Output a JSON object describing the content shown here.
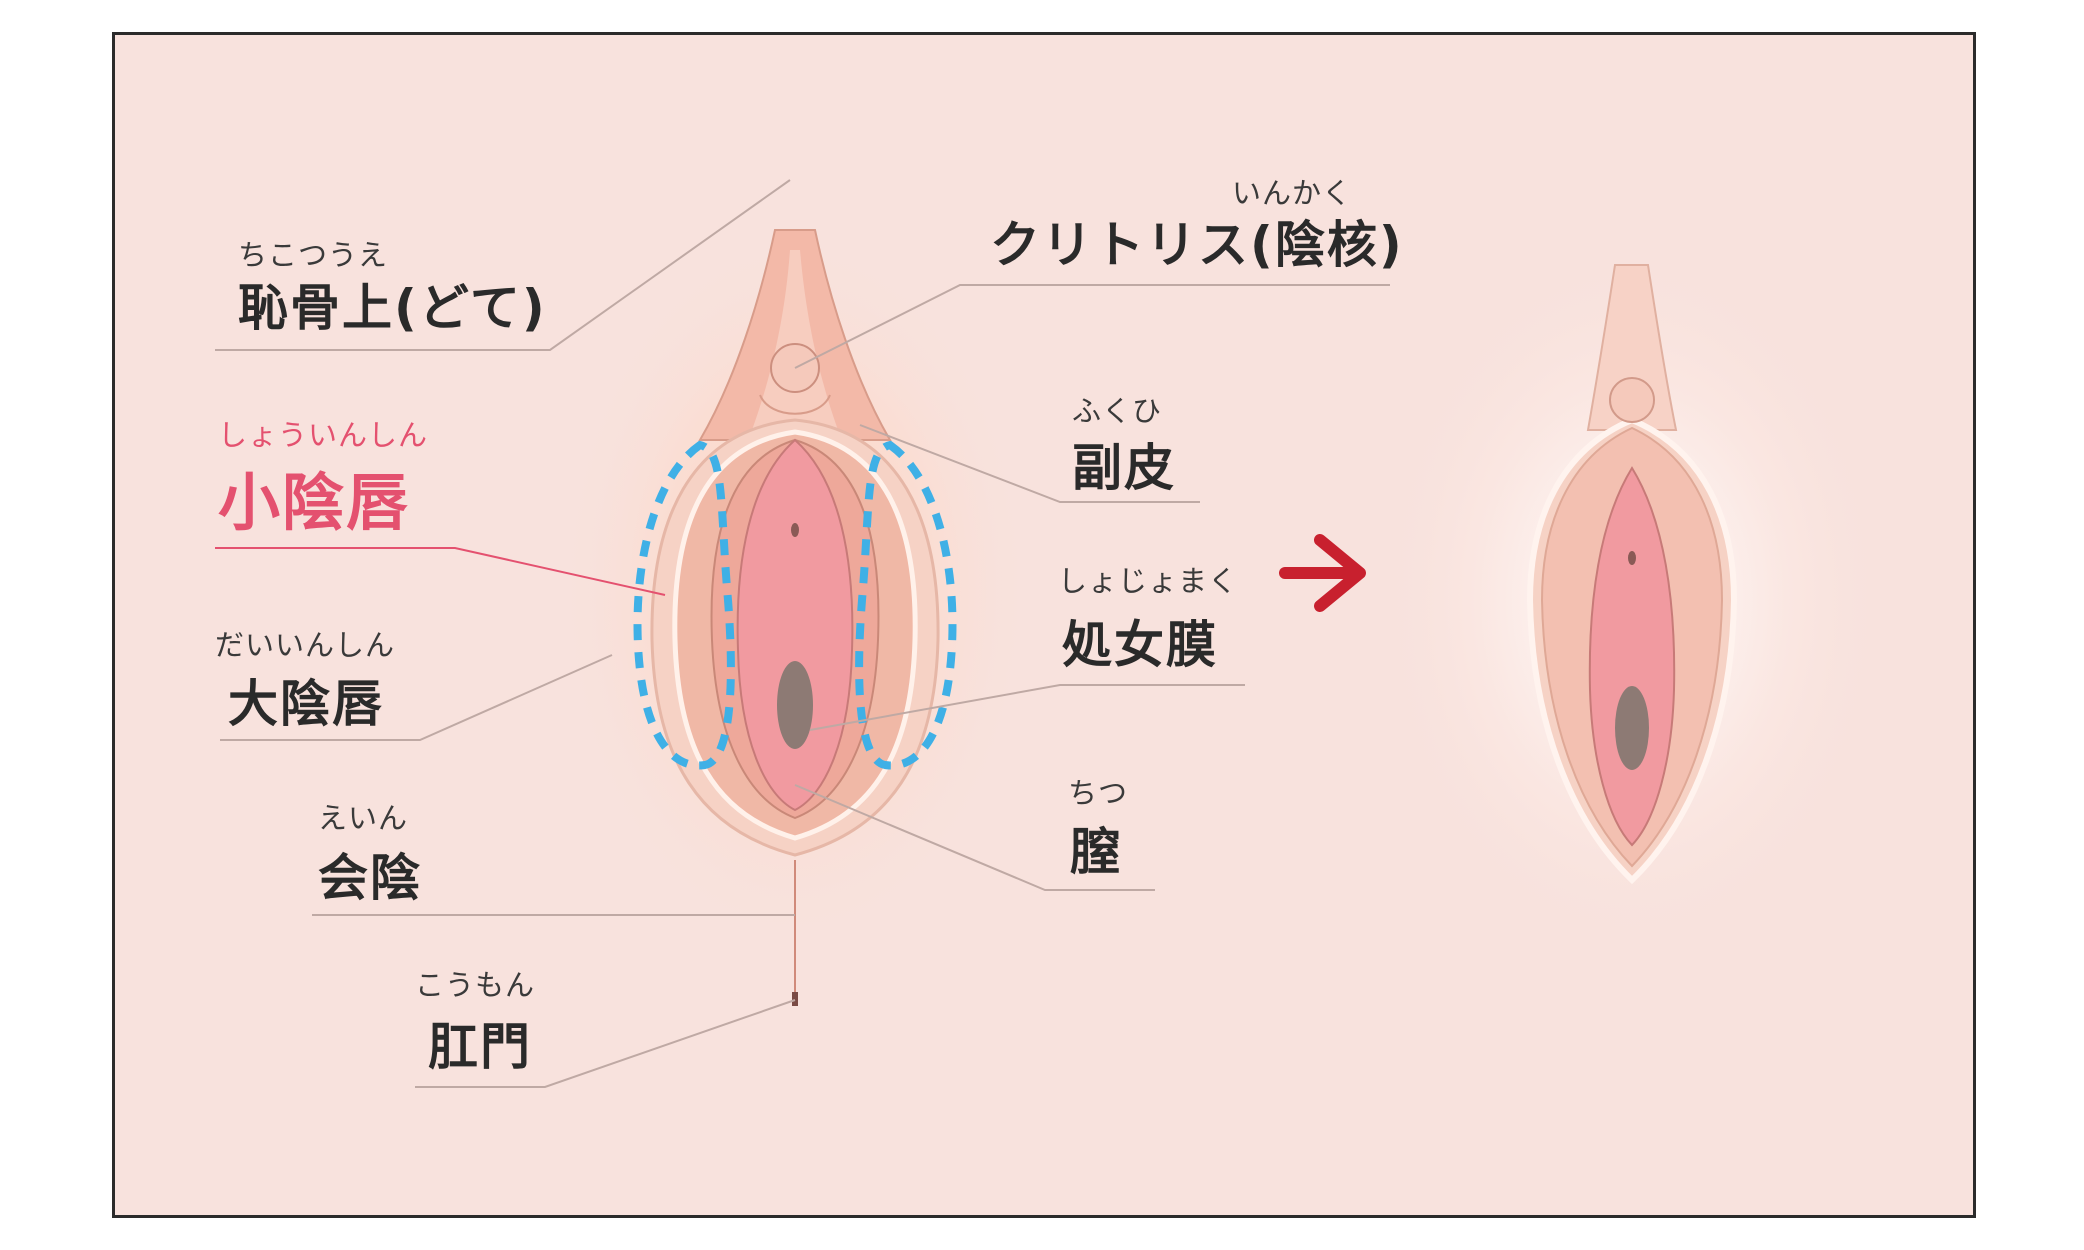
{
  "labels": {
    "mons": {
      "ruby": "ちこつうえ",
      "text": "恥骨上(どて)"
    },
    "labia_minora": {
      "ruby": "しょういんしん",
      "text": "小陰唇"
    },
    "labia_majora": {
      "ruby": "だいいんしん",
      "text": "大陰唇"
    },
    "perineum": {
      "ruby": "えいん",
      "text": "会陰"
    },
    "anus": {
      "ruby": "こうもん",
      "text": "肛門"
    },
    "clitoris": {
      "ruby": "いんかく",
      "text": "クリトリス(陰核)"
    },
    "prepuce": {
      "ruby": "ふくひ",
      "text": "副皮"
    },
    "hymen": {
      "ruby": "しょじょまく",
      "text": "処女膜"
    },
    "vagina": {
      "ruby": "ちつ",
      "text": "膣"
    }
  },
  "colors": {
    "background": "#f8e2dd",
    "highlight": "#e4516f",
    "dashed_outline": "#3fb0e6",
    "arrow": "#c8202e"
  }
}
